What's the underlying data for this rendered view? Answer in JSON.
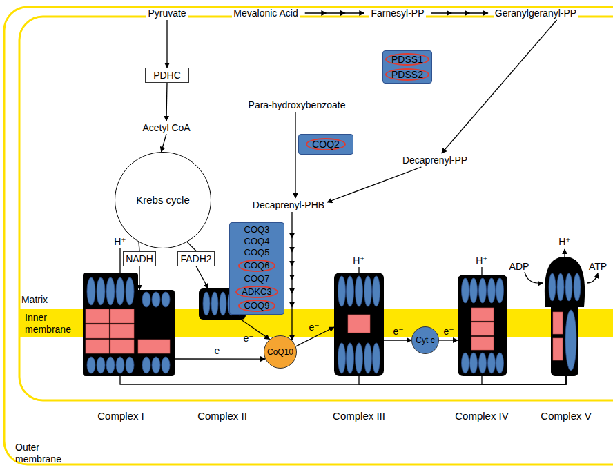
{
  "diagram": {
    "nodes": [
      {
        "text": [
          "Pyruvate"
        ]
      },
      {
        "text": [
          "PDHC"
        ]
      },
      {
        "text": [
          "Acetyl CoA"
        ]
      },
      {
        "text": [
          "Krebs cycle"
        ]
      },
      {
        "text": [
          "NADH"
        ]
      },
      {
        "text": [
          "FADH2"
        ]
      },
      {
        "text": [
          "Mevalonic Acid"
        ]
      },
      {
        "text": [
          "Farnesyl-PP"
        ]
      },
      {
        "text": [
          "Geranylgeranyl-PP"
        ]
      },
      {
        "text": [
          "PDSS1",
          "PDSS2"
        ]
      },
      {
        "text": [
          "Para-hydroxybenzoate"
        ]
      },
      {
        "text": [
          "Decaprenyl-PP"
        ]
      },
      {
        "text": [
          "COQ2"
        ]
      },
      {
        "text": [
          "Decaprenyl-PHB"
        ]
      },
      {
        "text": [
          "COQ3",
          "COQ4",
          "COQ5",
          "COQ6",
          "COQ7",
          "ADKC3",
          "COQ9"
        ]
      },
      {
        "text": [
          "Complex I"
        ]
      },
      {
        "text": [
          "Complex II"
        ]
      },
      {
        "text": [
          "CoQ10"
        ]
      },
      {
        "text": [
          "Complex III"
        ]
      },
      {
        "text": [
          "Cyt c"
        ]
      },
      {
        "text": [
          "Complex IV"
        ]
      },
      {
        "text": [
          "Complex V"
        ]
      }
    ],
    "edges": [
      {
        "from": 0,
        "to": 1,
        "arrow": "to"
      },
      {
        "from": 1,
        "to": 2,
        "arrow": "to"
      },
      {
        "from": 2,
        "to": 3,
        "arrow": "to"
      },
      {
        "from": 3,
        "to": 4,
        "arrow": "none"
      },
      {
        "from": 3,
        "to": 5,
        "arrow": "none"
      },
      {
        "from": 4,
        "to": 15,
        "arrow": "to"
      },
      {
        "from": 5,
        "to": 16,
        "arrow": "to"
      },
      {
        "from": 6,
        "to": 7,
        "arrow": "to"
      },
      {
        "from": 7,
        "to": 8,
        "arrow": "to"
      },
      {
        "from": 8,
        "to": 11,
        "arrow": "to"
      },
      {
        "from": 11,
        "to": 13,
        "arrow": "to"
      },
      {
        "from": 10,
        "to": 13,
        "arrow": "to"
      },
      {
        "from": 13,
        "to": 17,
        "arrow": "to"
      },
      {
        "from": 15,
        "to": 17,
        "label": "e⁻",
        "arrow": "to"
      },
      {
        "from": 16,
        "to": 17,
        "label": "e⁻",
        "arrow": "to"
      },
      {
        "from": 17,
        "to": 18,
        "label": "e⁻",
        "arrow": "to"
      },
      {
        "from": 18,
        "to": 19,
        "label": "e⁻",
        "arrow": "to"
      },
      {
        "from": 19,
        "to": 20,
        "label": "e⁻",
        "arrow": "to"
      },
      {
        "from": 15,
        "to": 21,
        "arrow": "none"
      },
      {
        "from": 18,
        "to": 21,
        "arrow": "none"
      },
      {
        "from": 20,
        "to": 21,
        "arrow": "none"
      }
    ],
    "labels": [
      "H⁺",
      "H⁺",
      "H⁺",
      "H⁺",
      "ADP",
      "ATP",
      "Matrix",
      "Inner membrane",
      "Outer membrane"
    ]
  }
}
